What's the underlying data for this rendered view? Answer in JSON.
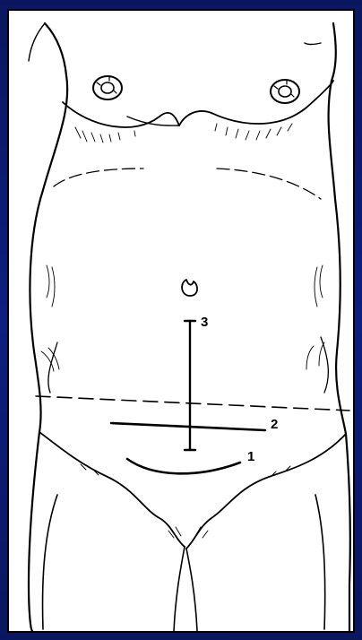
{
  "incisions": [
    {
      "label": "1",
      "kind": "low transverse curved"
    },
    {
      "label": "2",
      "kind": "transverse"
    },
    {
      "label": "3",
      "kind": "vertical midline"
    }
  ],
  "colors": {
    "frame": "#0b1a6e",
    "panel": "#ffffff",
    "ink": "#000000"
  }
}
